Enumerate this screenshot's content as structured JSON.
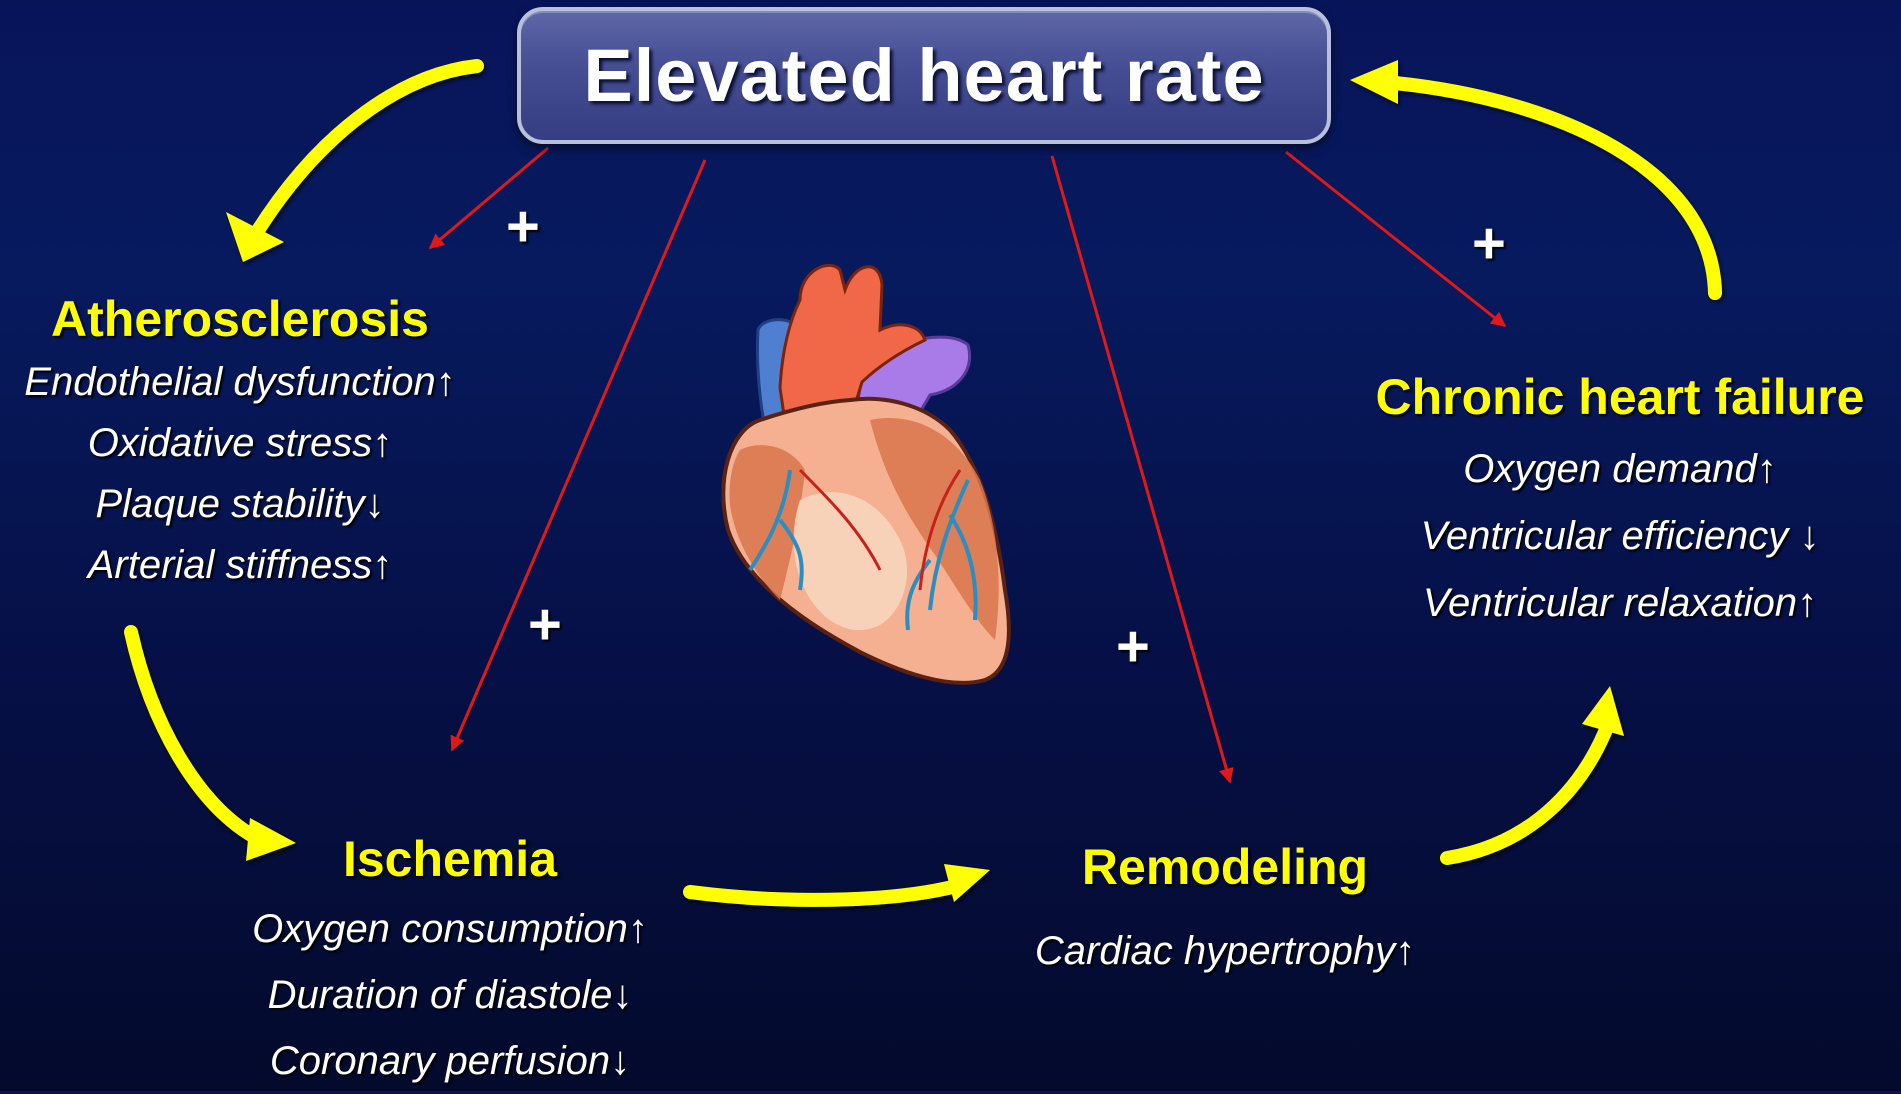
{
  "title": "Elevated heart rate",
  "nodes": {
    "atherosclerosis": {
      "title": "Atherosclerosis",
      "items": [
        "Endothelial dysfunction↑",
        "Oxidative stress↑",
        "Plaque stability↓",
        "Arterial stiffness↑"
      ]
    },
    "ischemia": {
      "title": "Ischemia",
      "items": [
        "Oxygen consumption↑",
        "Duration of diastole↓",
        "Coronary perfusion↓"
      ]
    },
    "remodeling": {
      "title": "Remodeling",
      "items": [
        "Cardiac hypertrophy↑"
      ]
    },
    "heart_failure": {
      "title": "Chronic heart failure",
      "items": [
        "Oxygen demand↑",
        "Ventricular efficiency ↓",
        "Ventricular relaxation↑"
      ]
    }
  },
  "plus_sign": "+",
  "colors": {
    "cycle_arrow": "#ffff00",
    "effect_arrow": "#e01818",
    "node_title": "#ffff00",
    "box_fill": "#454d93"
  },
  "icons": [
    "heart-illustration"
  ]
}
